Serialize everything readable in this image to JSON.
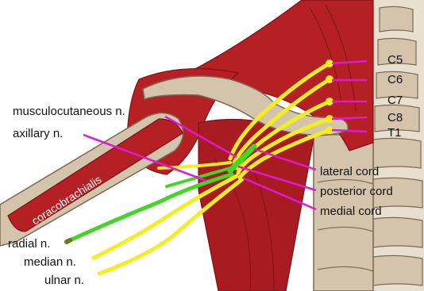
{
  "diagram": {
    "muscle_label": "coracobrachialis",
    "spinal_roots": [
      {
        "id": "c5",
        "label": "C5"
      },
      {
        "id": "c6",
        "label": "C6"
      },
      {
        "id": "c7",
        "label": "C7"
      },
      {
        "id": "c8",
        "label": "C8"
      },
      {
        "id": "t1",
        "label": "T1"
      }
    ],
    "cords": [
      {
        "id": "lateral",
        "label": "lateral cord"
      },
      {
        "id": "posterior",
        "label": "posterior cord"
      },
      {
        "id": "medial",
        "label": "medial cord"
      }
    ],
    "nerves": [
      {
        "id": "musculocutaneous",
        "label": "musculocutaneous n."
      },
      {
        "id": "axillary",
        "label": "axillary n."
      },
      {
        "id": "radial",
        "label": "radial n."
      },
      {
        "id": "median",
        "label": "median n."
      },
      {
        "id": "ulnar",
        "label": "ulnar n."
      }
    ],
    "colors": {
      "muscle": "#b52025",
      "muscle_dark": "#7f1114",
      "bone": "#d4c4ac",
      "bone_outline": "#7a6a55",
      "nerve_yellow": "#f2ee22",
      "nerve_green": "#44d627",
      "leader_magenta": "#e018d6"
    }
  }
}
